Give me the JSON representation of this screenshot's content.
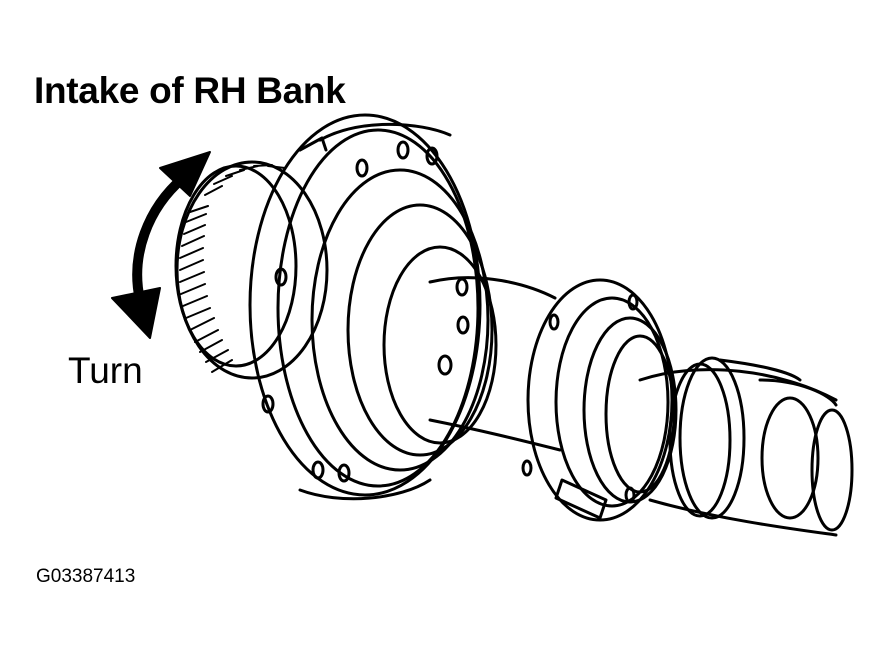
{
  "title": "Intake of RH Bank",
  "turn_label": "Turn",
  "figure_code": "G03387413"
}
